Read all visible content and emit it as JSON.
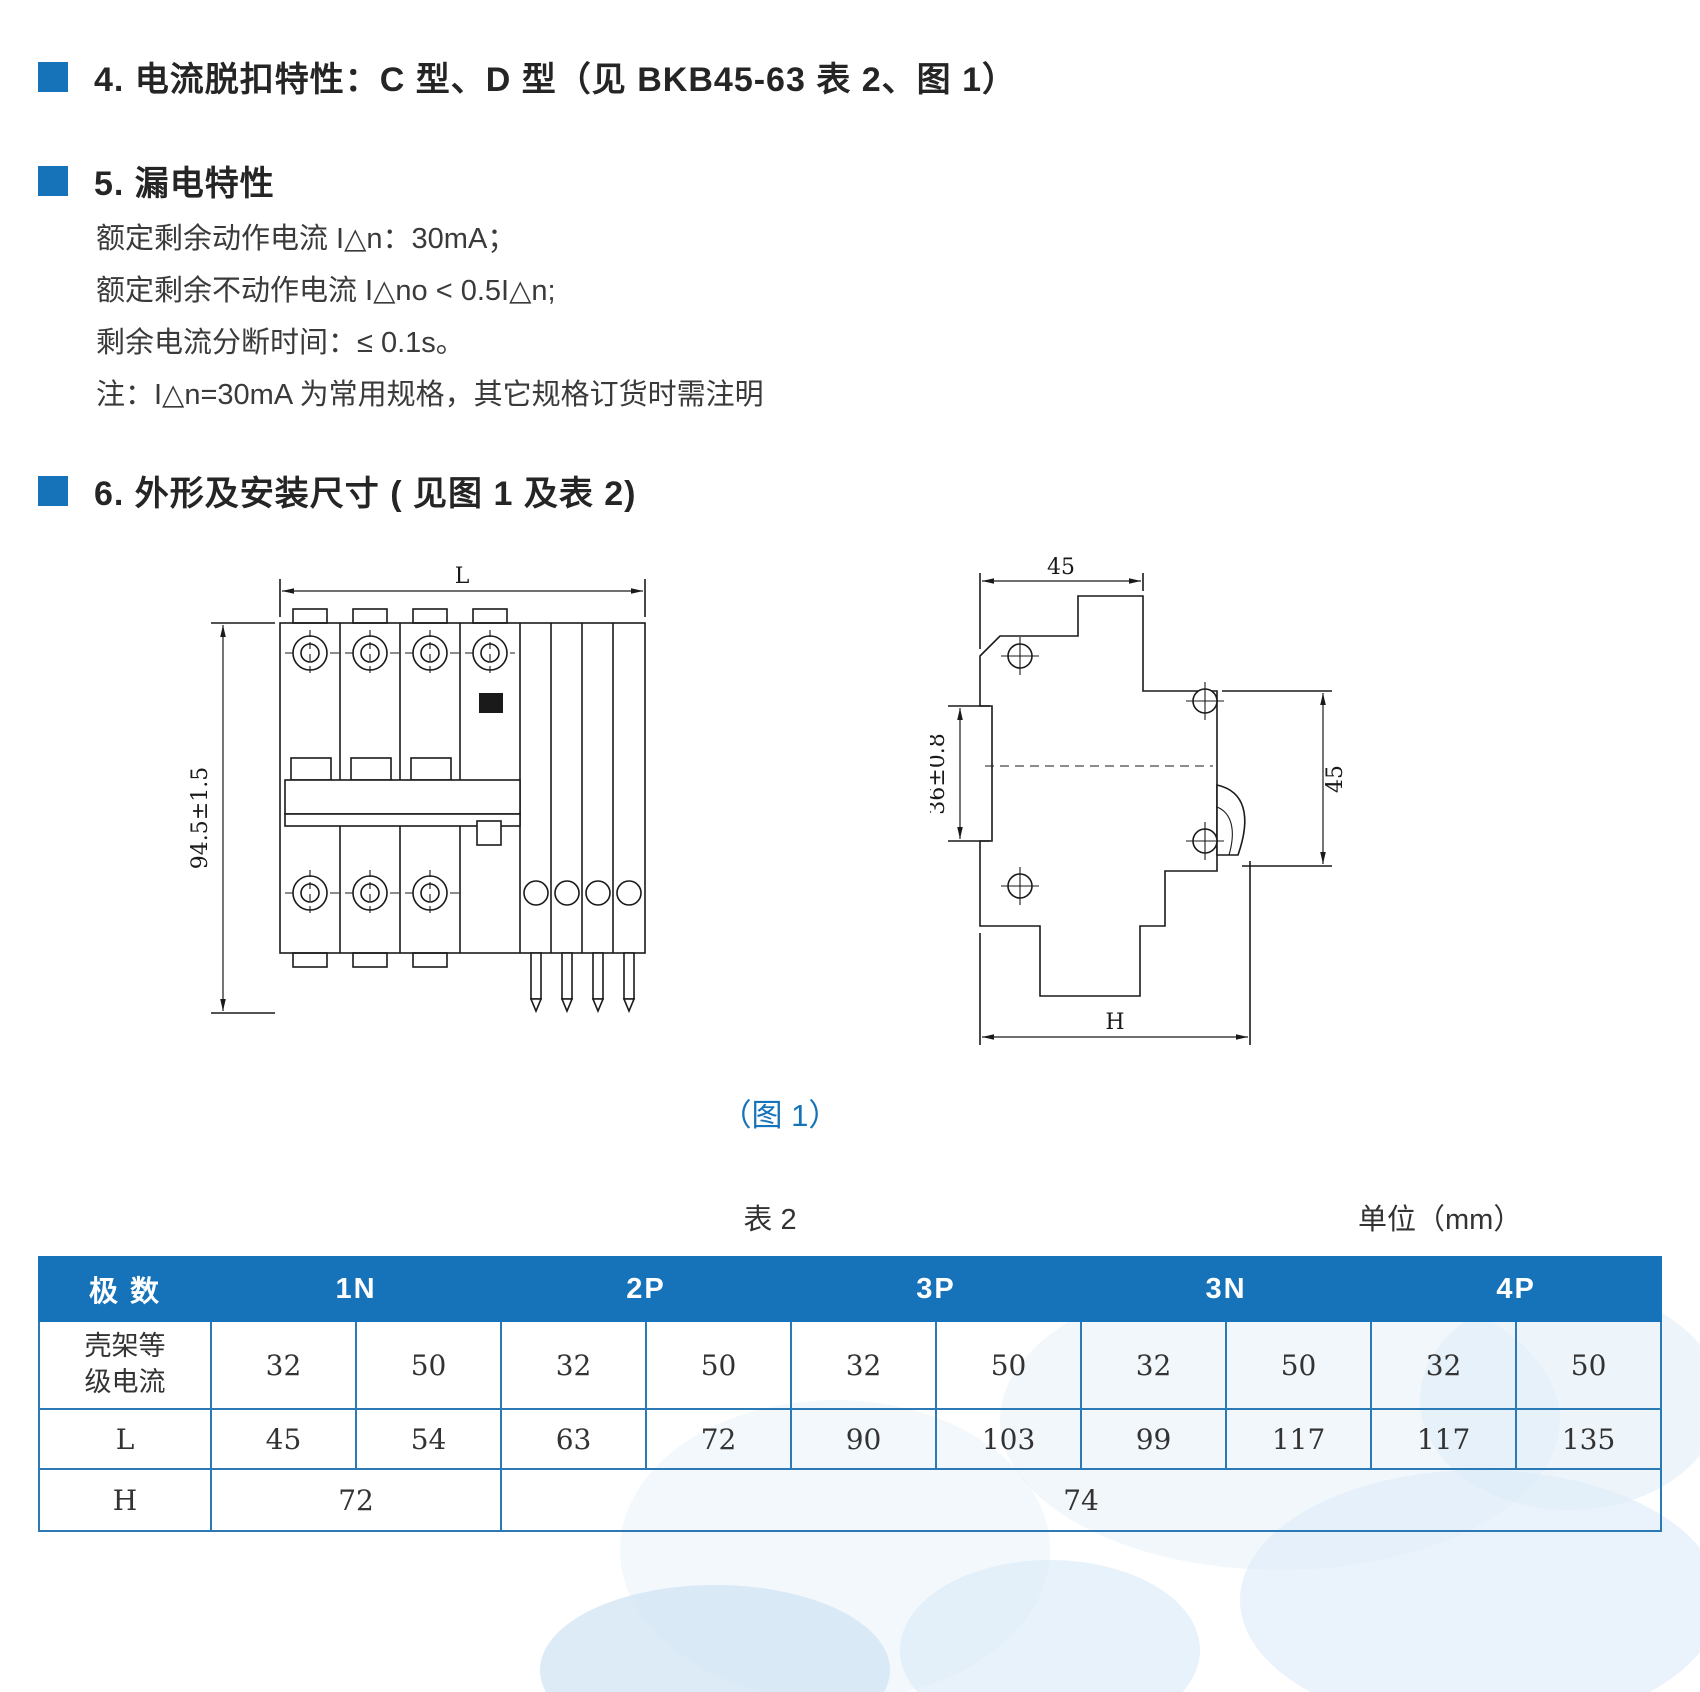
{
  "colors": {
    "accent": "#1673b9"
  },
  "headings": {
    "s4": "4. 电流脱扣特性：C 型、D 型（见 BKB45-63 表 2、图 1）",
    "s5": "5. 漏电特性",
    "s6": "6. 外形及安装尺寸 ( 见图 1 及表 2)"
  },
  "leakage": {
    "lines": [
      "额定剩余动作电流 I△n：30mA；",
      "额定剩余不动作电流 I△no < 0.5I△n;",
      "剩余电流分断时间：≤ 0.1s。",
      "注：I△n=30mA 为常用规格，其它规格订货时需注明"
    ]
  },
  "figure": {
    "caption": "（图 1）",
    "front": {
      "dim_width": "L",
      "dim_height": "94.5±1.5"
    },
    "side": {
      "dim_top": "45",
      "dim_left": "36±0.8",
      "dim_right": "45",
      "dim_bottom": "H"
    }
  },
  "table": {
    "caption": "表 2",
    "unit": "单位（mm）",
    "header_col": "极 数",
    "groups": [
      "1N",
      "2P",
      "3P",
      "3N",
      "4P"
    ],
    "rows": [
      {
        "label": "壳架等级电流",
        "values": [
          "32",
          "50",
          "32",
          "50",
          "32",
          "50",
          "32",
          "50",
          "32",
          "50"
        ]
      },
      {
        "label": "L",
        "values": [
          "45",
          "54",
          "63",
          "72",
          "90",
          "103",
          "99",
          "117",
          "117",
          "135"
        ]
      },
      {
        "label": "H",
        "values": [
          "72",
          "74"
        ]
      }
    ]
  }
}
